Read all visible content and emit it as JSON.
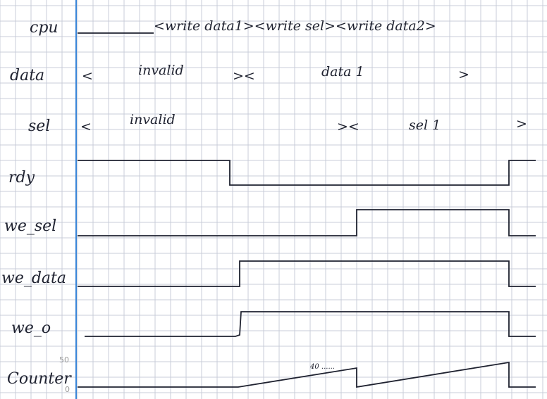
{
  "colors": {
    "paper": "#ffffff",
    "grid": "#c8ccd8",
    "margin_line": "#3a86d8",
    "ink": "#1f2230"
  },
  "signals": {
    "cpu": {
      "label": "cpu",
      "bus_text": "<write data1><write sel><write data2>"
    },
    "data": {
      "label": "data",
      "bus_text_1": "<",
      "bus_text_2": "invalid",
      "bus_text_3": "><",
      "bus_text_4": "data 1",
      "bus_text_5": ">"
    },
    "sel": {
      "label": "sel",
      "bus_text_1": "<",
      "bus_text_2": "invalid",
      "bus_text_3": "><",
      "bus_text_4": "sel 1",
      "bus_text_5": ">"
    },
    "rdy": {
      "label": "rdy"
    },
    "we_sel": {
      "label": "we_sel"
    },
    "we_data": {
      "label": "we_data"
    },
    "we_o": {
      "label": "we_o"
    },
    "counter": {
      "label": "Counter",
      "scale_top": "50",
      "scale_bottom": "0",
      "note": "40 ......"
    }
  }
}
